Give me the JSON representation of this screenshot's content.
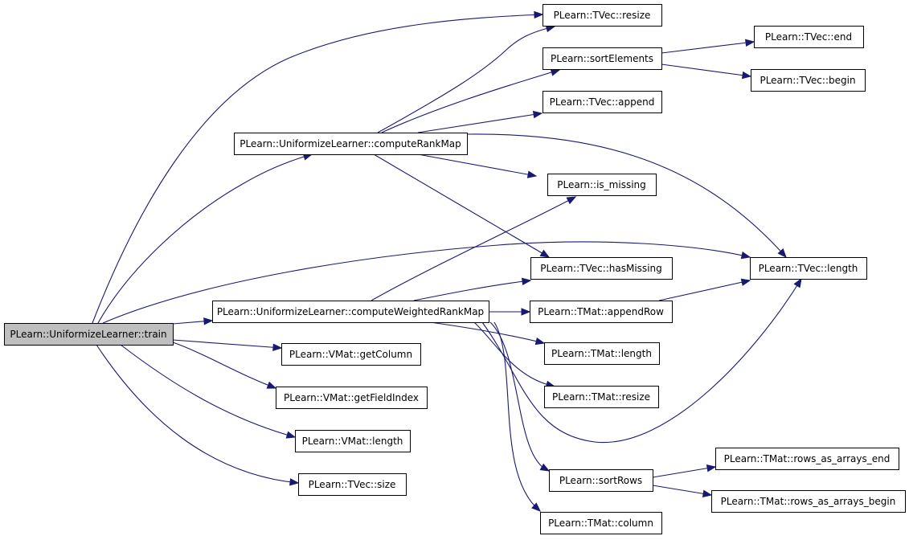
{
  "colors": {
    "edge": "#191970",
    "node_fill": "#ffffff",
    "root_fill": "#bfbfbf",
    "node_stroke": "#000000"
  },
  "nodes": [
    {
      "id": "train",
      "label": "PLearn::UniformizeLearner::train",
      "root": true
    },
    {
      "id": "computeRankMap",
      "label": "PLearn::UniformizeLearner::computeRankMap"
    },
    {
      "id": "computeWeightedRankMap",
      "label": "PLearn::UniformizeLearner::computeWeightedRankMap"
    },
    {
      "id": "tvec_resize",
      "label": "PLearn::TVec::resize"
    },
    {
      "id": "sortElements",
      "label": "PLearn::sortElements"
    },
    {
      "id": "tvec_append",
      "label": "PLearn::TVec::append"
    },
    {
      "id": "tvec_end",
      "label": "PLearn::TVec::end"
    },
    {
      "id": "tvec_begin",
      "label": "PLearn::TVec::begin"
    },
    {
      "id": "is_missing",
      "label": "PLearn::is_missing"
    },
    {
      "id": "hasMissing",
      "label": "PLearn::TVec::hasMissing"
    },
    {
      "id": "tvec_length",
      "label": "PLearn::TVec::length"
    },
    {
      "id": "appendRow",
      "label": "PLearn::TMat::appendRow"
    },
    {
      "id": "tmat_length",
      "label": "PLearn::TMat::length"
    },
    {
      "id": "tmat_resize",
      "label": "PLearn::TMat::resize"
    },
    {
      "id": "getColumn",
      "label": "PLearn::VMat::getColumn"
    },
    {
      "id": "getFieldIndex",
      "label": "PLearn::VMat::getFieldIndex"
    },
    {
      "id": "vmat_length",
      "label": "PLearn::VMat::length"
    },
    {
      "id": "tvec_size",
      "label": "PLearn::TVec::size"
    },
    {
      "id": "sortRows",
      "label": "PLearn::sortRows"
    },
    {
      "id": "rows_end",
      "label": "PLearn::TMat::rows_as_arrays_end"
    },
    {
      "id": "rows_begin",
      "label": "PLearn::TMat::rows_as_arrays_begin"
    },
    {
      "id": "tmat_column",
      "label": "PLearn::TMat::column"
    }
  ],
  "edges": [
    {
      "from": "train",
      "to": "tvec_resize"
    },
    {
      "from": "train",
      "to": "computeRankMap"
    },
    {
      "from": "train",
      "to": "tvec_length"
    },
    {
      "from": "train",
      "to": "computeWeightedRankMap"
    },
    {
      "from": "train",
      "to": "getColumn"
    },
    {
      "from": "train",
      "to": "getFieldIndex"
    },
    {
      "from": "train",
      "to": "vmat_length"
    },
    {
      "from": "train",
      "to": "tvec_size"
    },
    {
      "from": "computeRankMap",
      "to": "tvec_resize"
    },
    {
      "from": "computeRankMap",
      "to": "sortElements"
    },
    {
      "from": "computeRankMap",
      "to": "tvec_append"
    },
    {
      "from": "computeRankMap",
      "to": "is_missing"
    },
    {
      "from": "computeRankMap",
      "to": "hasMissing"
    },
    {
      "from": "computeRankMap",
      "to": "tvec_length"
    },
    {
      "from": "sortElements",
      "to": "tvec_end"
    },
    {
      "from": "sortElements",
      "to": "tvec_begin"
    },
    {
      "from": "computeWeightedRankMap",
      "to": "is_missing"
    },
    {
      "from": "computeWeightedRankMap",
      "to": "hasMissing"
    },
    {
      "from": "computeWeightedRankMap",
      "to": "appendRow"
    },
    {
      "from": "computeWeightedRankMap",
      "to": "tmat_length"
    },
    {
      "from": "computeWeightedRankMap",
      "to": "tmat_resize"
    },
    {
      "from": "computeWeightedRankMap",
      "to": "tvec_length"
    },
    {
      "from": "computeWeightedRankMap",
      "to": "sortRows"
    },
    {
      "from": "computeWeightedRankMap",
      "to": "tmat_column"
    },
    {
      "from": "appendRow",
      "to": "tvec_length"
    },
    {
      "from": "sortRows",
      "to": "rows_end"
    },
    {
      "from": "sortRows",
      "to": "rows_begin"
    }
  ]
}
